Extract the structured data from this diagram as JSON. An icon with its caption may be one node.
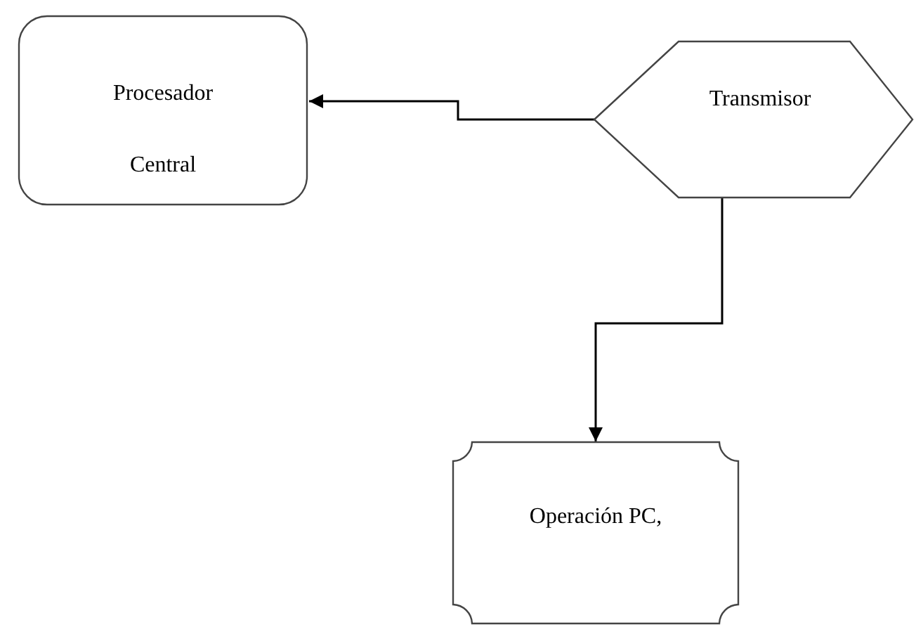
{
  "diagram": {
    "nodes": [
      {
        "text": [
          "Procesador Central"
        ]
      },
      {
        "text": [
          "Transmisor"
        ]
      },
      {
        "text": [
          "Operación PC,"
        ]
      }
    ],
    "edges": [
      {
        "from": 1,
        "to": 0,
        "arrow": "to"
      },
      {
        "from": 1,
        "to": 2,
        "arrow": "to"
      }
    ]
  }
}
